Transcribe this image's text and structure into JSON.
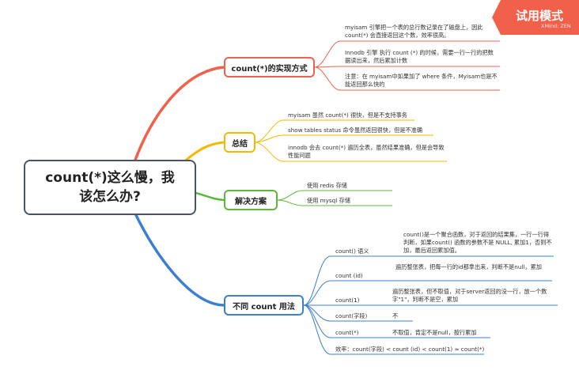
{
  "badge": {
    "title": "试用模式",
    "sub": "XMind: ZEN"
  },
  "central": {
    "label": "count(*)这么慢，我该怎么办?"
  },
  "colors": {
    "impl": "#f0604a",
    "summary": "#f5b800",
    "solution": "#5cb83a",
    "usage": "#3b7fd1",
    "central_border": "#4a5563"
  },
  "branches": {
    "impl": {
      "label": "count(*)的实现方式",
      "items": [
        "myisam 引擎把一个表的总行数记录在了磁盘上，因此 count(*) 会直接返回这个数，效率很高。",
        "Innodb 引擎 执行 count (*) 的时候，需要一行一行的把数据读出来，然后累加计数",
        "注意：在 myisam中如果加了 where 条件，Myisam也是不能返回那么快的"
      ]
    },
    "summary": {
      "label": "总结",
      "items": [
        "myisam 虽然 count(*) 很快，但是不支持事务",
        "show tables status 命令虽然返回很快，但是不准确",
        "innodb 会去 count(*) 遍历全表，虽然结果准确，但是会导致性能问题"
      ]
    },
    "solution": {
      "label": "解决方案",
      "items": [
        "使用 redis 存储",
        "使用 mysql 存储"
      ]
    },
    "usage": {
      "label": "不同  count 用法",
      "items": [
        {
          "key": "count() 语义",
          "desc": "count()是一个聚合函数，对于返回的结果集，一行一行得判断，如果count() 函数的参数不是 NULL, 累加1，否则不加，最后返回累加值。"
        },
        {
          "key": "count (id)",
          "desc": "遍历整张表，把每一行的id都拿出来，判断不是null，累加"
        },
        {
          "key": "count(1)",
          "desc": "遍历整张表，但不取值，对于server返回的没一行，放一个数字\"1\"，判断不是空，累加"
        },
        {
          "key": "count(字段)",
          "desc": "不"
        },
        {
          "key": "count(*)",
          "desc": "不取值，肯定不是null，按行累加"
        }
      ],
      "efficiency": "效率：count(字段) < count (id) < count(1)  ≈ count(*)"
    }
  }
}
